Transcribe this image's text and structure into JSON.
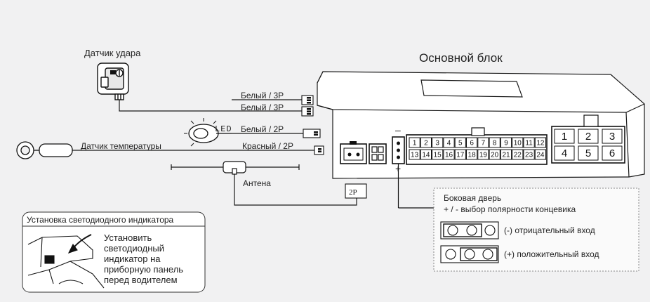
{
  "main_unit": {
    "title": "Основной блок"
  },
  "shock_sensor": {
    "label": "Датчик удара"
  },
  "temperature_sensor": {
    "label": "Датчик температуры"
  },
  "led": {
    "label": "LED"
  },
  "antenna": {
    "label": "Антена",
    "connector": "2P"
  },
  "wires": [
    {
      "label": "Белый / 3P"
    },
    {
      "label": "Белый / 3P"
    },
    {
      "label": "Белый / 2P"
    },
    {
      "label": "Красный / 2P"
    }
  ],
  "main_connector": {
    "pins_top": [
      "1",
      "2",
      "3",
      "4",
      "5",
      "6",
      "7",
      "8",
      "9",
      "10",
      "11",
      "12"
    ],
    "pins_bottom": [
      "13",
      "14",
      "15",
      "16",
      "17",
      "18",
      "19",
      "20",
      "21",
      "22",
      "23",
      "24"
    ]
  },
  "power_connector": {
    "pins_top": [
      "1",
      "2",
      "3"
    ],
    "pins_bottom": [
      "4",
      "5",
      "6"
    ]
  },
  "polarity": {
    "minus": "–",
    "plus": "+"
  },
  "side_door": {
    "title": "Боковая дверь",
    "subtitle": "+ / - выбор полярности концевика",
    "negative": "(-) отрицательный вход",
    "positive": "(+) положительный вход"
  },
  "led_install": {
    "title": "Установка светодиодного индикатора",
    "lines": [
      "Установить",
      "светодиодный",
      "индикатор на",
      "приборную панель",
      "перед водителем"
    ]
  }
}
